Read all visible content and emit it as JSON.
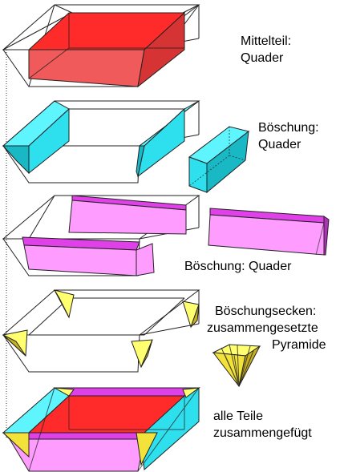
{
  "colors": {
    "mittelteil_top": "#ff2a2a",
    "mittelteil_front": "#f05a5a",
    "mittelteil_side": "#c81e1e",
    "cyan_light": "#5ff5ff",
    "cyan_mid": "#2ee0ee",
    "cyan_dark": "#18b8c4",
    "magenta_light": "#ff9cff",
    "magenta_top": "#e040e8",
    "magenta_dark": "#b030b8",
    "yellow_light": "#ffff70",
    "yellow_mid": "#f2e23a",
    "yellow_dark": "#c8b020",
    "wire": "#222222"
  },
  "labels": {
    "mittelteil_line1": "Mittelteil:",
    "mittelteil_line2": "Quader",
    "boeschung1_line1": "Böschung:",
    "boeschung1_line2": "Quader",
    "boeschung2": "Böschung: Quader",
    "ecken_line1": "Böschungsecken:",
    "ecken_line2": "zusammengesetzte",
    "ecken_line3": "Pyramide",
    "alle_line1": "alle Teile",
    "alle_line2": "zusammengefügt"
  }
}
